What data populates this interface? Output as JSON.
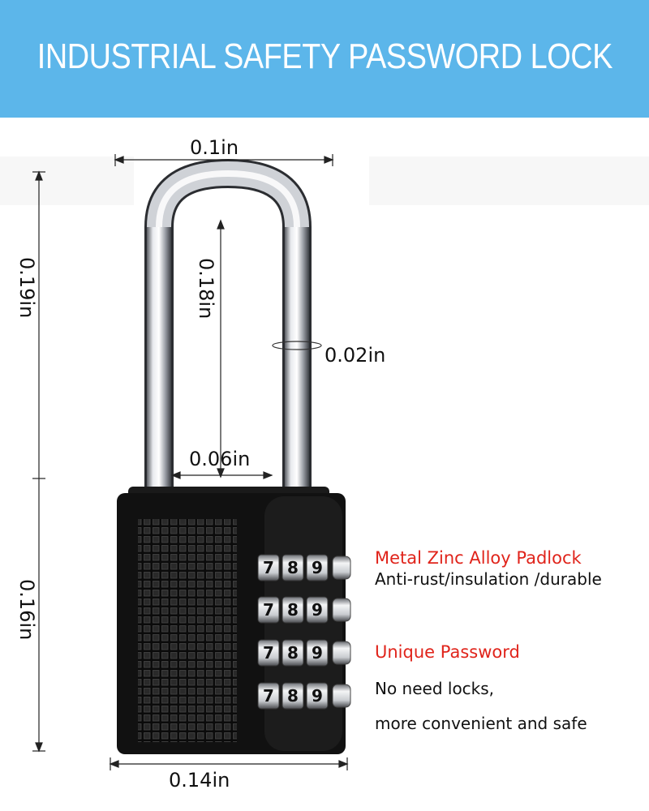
{
  "banner": {
    "title": "INDUSTRIAL SAFETY PASSWORD LOCK",
    "color": "#5cb6ea"
  },
  "dimensions": {
    "top_width": "0.1in",
    "total_height": "0.19in",
    "shackle_height": "0.18in",
    "shackle_thickness": "0.02in",
    "shackle_inner_width": "0.06in",
    "body_height": "0.16in",
    "body_width": "0.14in"
  },
  "dials": {
    "digits": [
      "7",
      "8",
      "9"
    ],
    "rows": 4
  },
  "features": {
    "f1_title": "Metal Zinc Alloy Padlock",
    "f1_desc": "Anti-rust/insulation /durable",
    "f2_title": "Unique Password",
    "f2_line1": "No need locks,",
    "f2_line2": "more convenient and safe"
  },
  "colors": {
    "accent_red": "#e0241b",
    "lock_body": "#111111"
  }
}
